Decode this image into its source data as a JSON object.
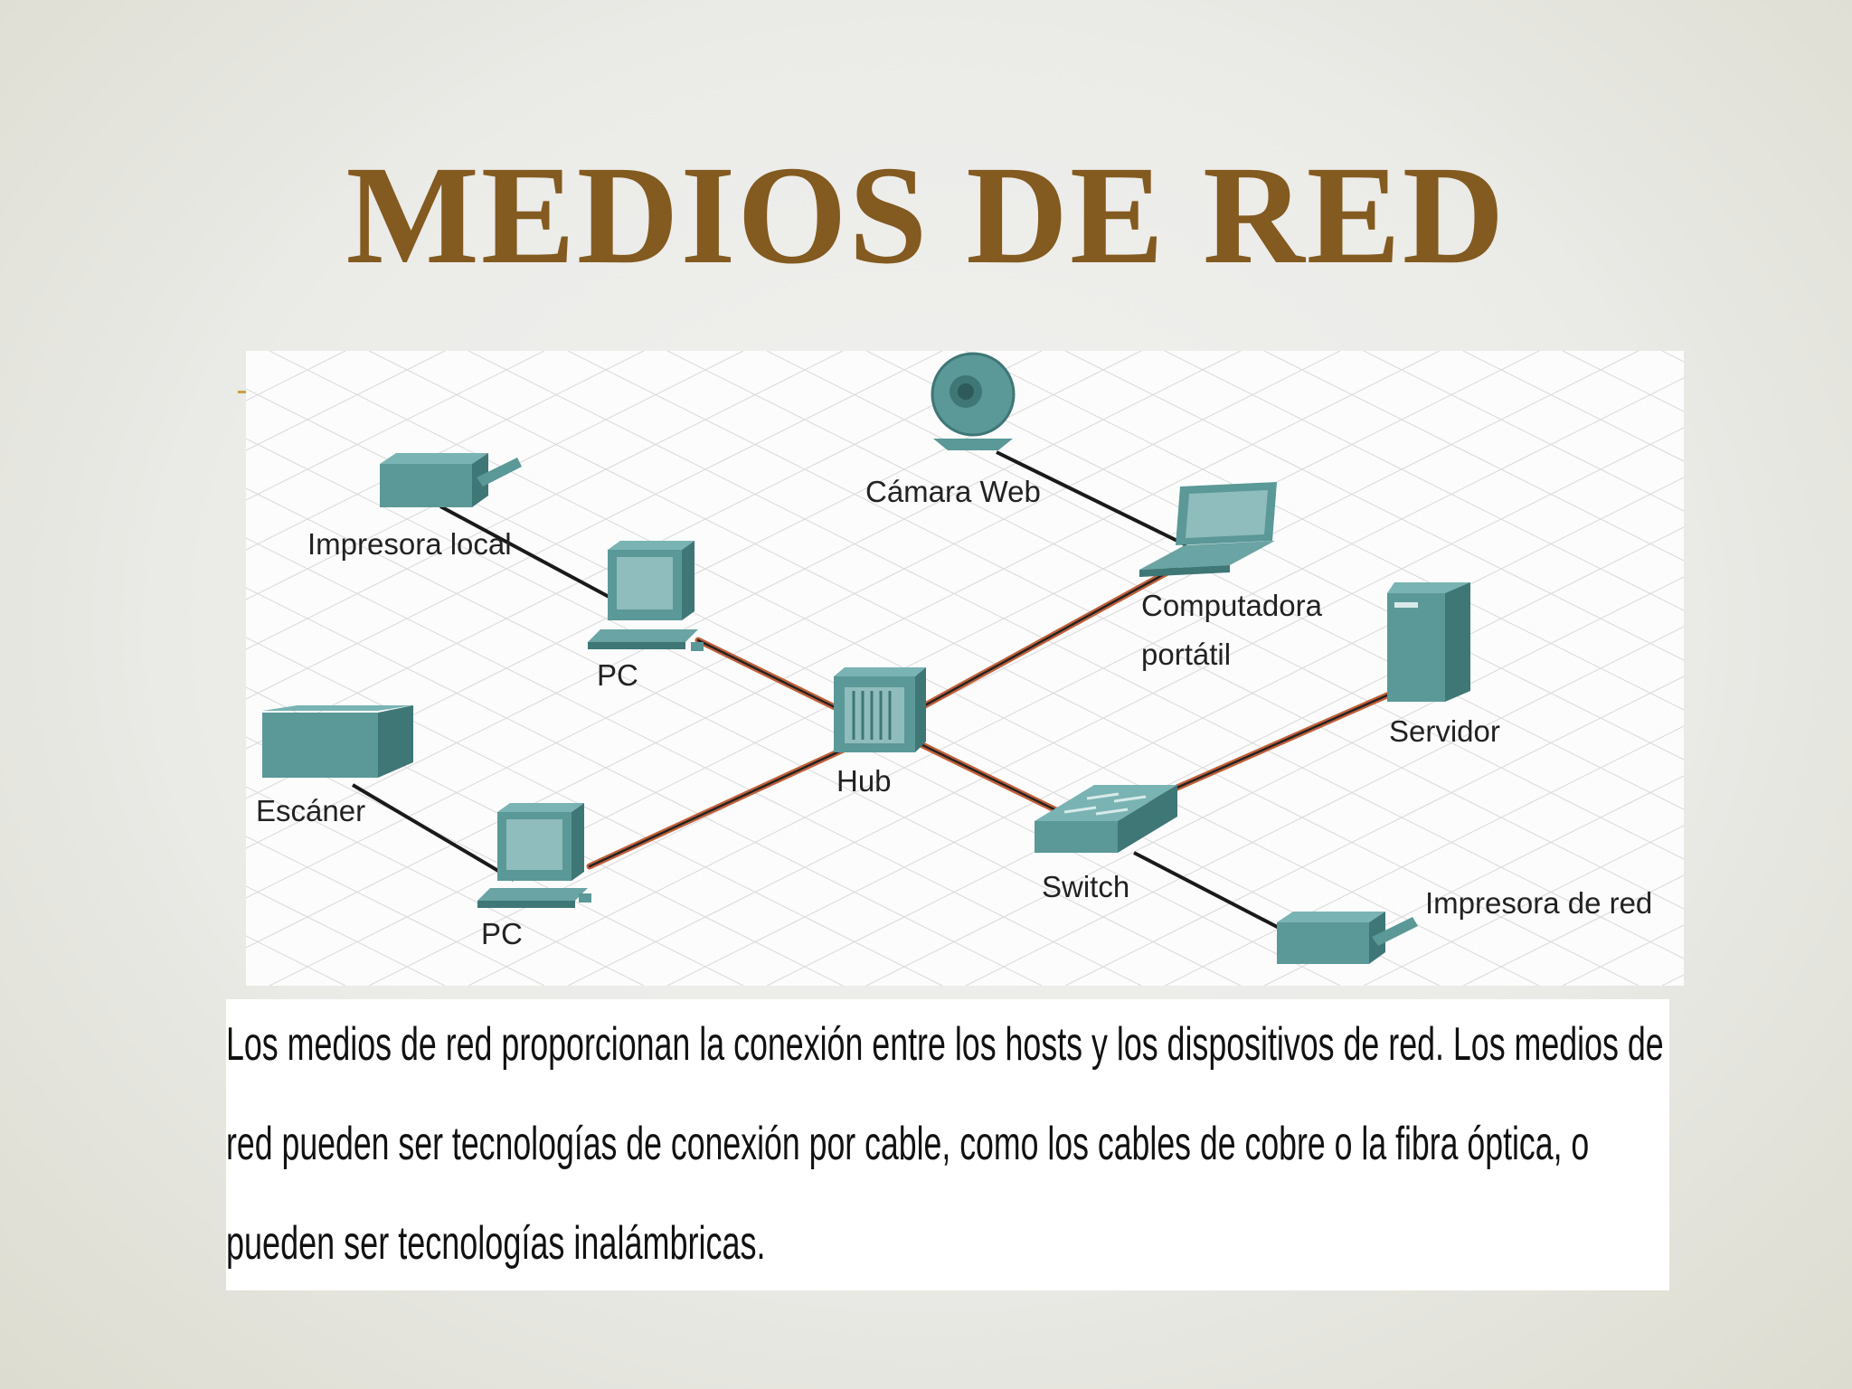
{
  "title": "MEDIOS DE RED",
  "colors": {
    "title": "#835a1f",
    "device": "#5b9898",
    "device_dark": "#3f7676",
    "cable_black": "#1a1a1a",
    "cable_copper": "#c0603a",
    "grid": "#dadada"
  },
  "diagram": {
    "labels": {
      "webcam": "Cámara Web",
      "local_printer": "Impresora local",
      "laptop_line1": "Computadora",
      "laptop_line2": "portátil",
      "pc_top": "PC",
      "hub": "Hub",
      "server": "Servidor",
      "scanner": "Escáner",
      "switch": "Switch",
      "pc_bottom": "PC",
      "network_printer": "Impresora de red"
    }
  },
  "caption": {
    "line1": "Los medios de red proporcionan la conexión entre los hosts y los dispositivos de red. Los medios de",
    "line2": "red pueden ser tecnologías de conexión por cable, como los cables de cobre o la fibra óptica, o",
    "line3": "pueden ser tecnologías inalámbricas."
  }
}
